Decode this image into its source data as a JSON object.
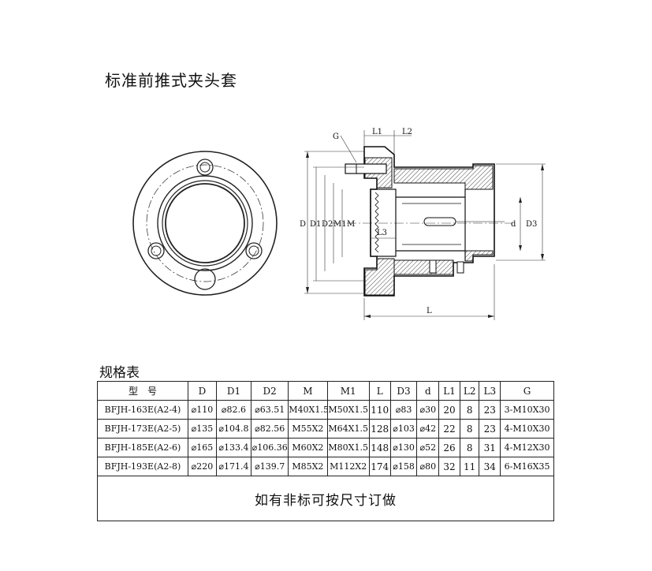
{
  "title": "标准前推式夹头套",
  "drawing": {
    "dim_labels": {
      "G": "G",
      "L1": "L1",
      "L2": "L2",
      "L3": "L3",
      "L": "L",
      "D": "D",
      "D1": "D1",
      "D2": "D2",
      "M1": "M1",
      "M": "M",
      "d": "d",
      "D3": "D3"
    }
  },
  "spec": {
    "title": "规格表",
    "headers": [
      "型　号",
      "D",
      "D1",
      "D2",
      "M",
      "M1",
      "L",
      "D3",
      "d",
      "L1",
      "L2",
      "L3",
      "G"
    ],
    "rows": [
      [
        "BFJH-163E(A2-4)",
        "⌀110",
        "⌀82.6",
        "⌀63.51",
        "M40X1.5",
        "M50X1.5",
        "110",
        "⌀83",
        "⌀30",
        "20",
        "8",
        "23",
        "3-M10X30"
      ],
      [
        "BFJH-173E(A2-5)",
        "⌀135",
        "⌀104.8",
        "⌀82.56",
        "M55X2",
        "M64X1.5",
        "128",
        "⌀103",
        "⌀42",
        "22",
        "8",
        "23",
        "4-M10X30"
      ],
      [
        "BFJH-185E(A2-6)",
        "⌀165",
        "⌀133.4",
        "⌀106.36",
        "M60X2",
        "M80X1.5",
        "148",
        "⌀130",
        "⌀52",
        "26",
        "8",
        "31",
        "4-M12X30"
      ],
      [
        "BFJH-193E(A2-8)",
        "⌀220",
        "⌀171.4",
        "⌀139.7",
        "M85X2",
        "M112X2",
        "174",
        "⌀158",
        "⌀80",
        "32",
        "11",
        "34",
        "6-M16X35"
      ]
    ],
    "note": "如有非标可按尺寸订做"
  }
}
